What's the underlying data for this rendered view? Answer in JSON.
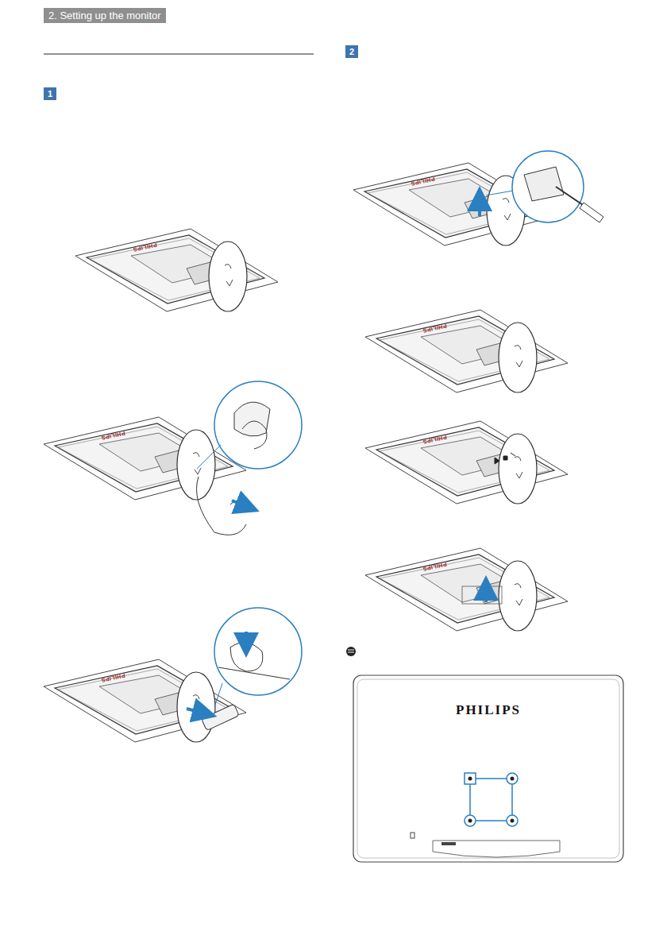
{
  "diagram": {
    "title": "2. Setting up the monitor",
    "nodes": [
      {
        "text": [
          "1"
        ]
      },
      {
        "text": [
          "2"
        ]
      }
    ],
    "labels": [
      "PHILIPS",
      "PHILIPS",
      "PHILIPS",
      "PHILIPS",
      "PHILIPS",
      "PHILIPS",
      "PHILIPS",
      "PHILIPS"
    ]
  }
}
